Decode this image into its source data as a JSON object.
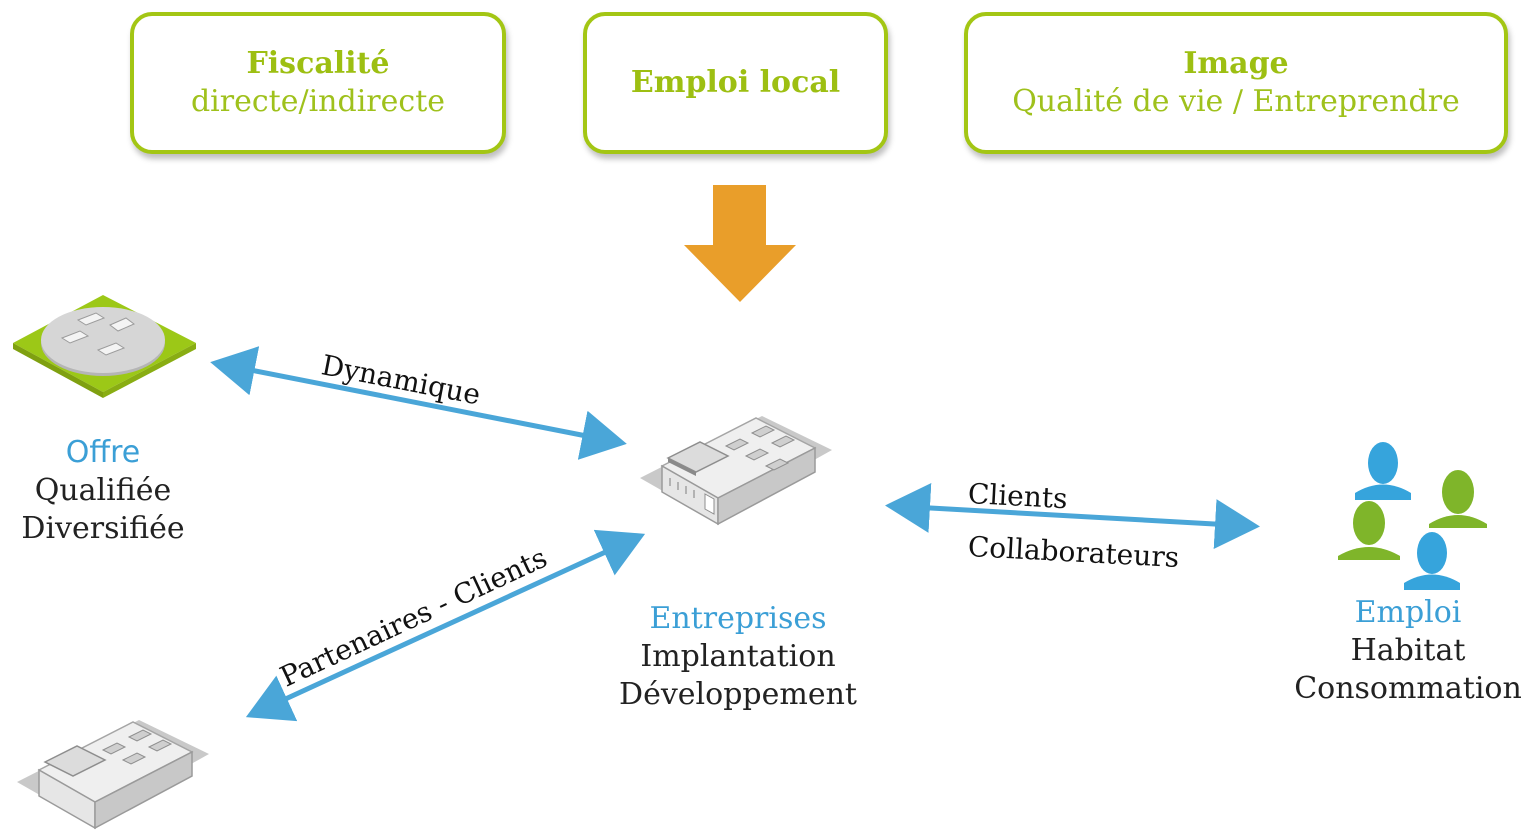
{
  "top_boxes": [
    {
      "title": "Fiscalité",
      "subtitle": "directe/indirecte"
    },
    {
      "title": "Emploi local",
      "subtitle": ""
    },
    {
      "title": "Image",
      "subtitle": "Qualité de vie / Entreprendre"
    }
  ],
  "offre": {
    "title": "Offre",
    "line1": "Qualifiée",
    "line2": "Diversifiée"
  },
  "entreprises": {
    "title": "Entreprises",
    "line1": "Implantation",
    "line2": "Développement"
  },
  "emploi": {
    "title": "Emploi",
    "line1": "Habitat",
    "line2": "Consommation"
  },
  "links": {
    "dynamique": "Dynamique",
    "partenaires": "Partenaires - Clients",
    "clients": "Clients",
    "collaborateurs": "Collaborateurs"
  },
  "colors": {
    "green_border": "#a3c614",
    "orange_arrow": "#e99e2a",
    "blue_arrow": "#4aa6d8",
    "blue_title": "#3b9fd6",
    "people_green": "#7fb52a",
    "people_blue": "#36a4dc"
  },
  "icons": [
    "business-park-icon",
    "factory-building-icon",
    "people-group-icon",
    "down-arrow-icon"
  ]
}
